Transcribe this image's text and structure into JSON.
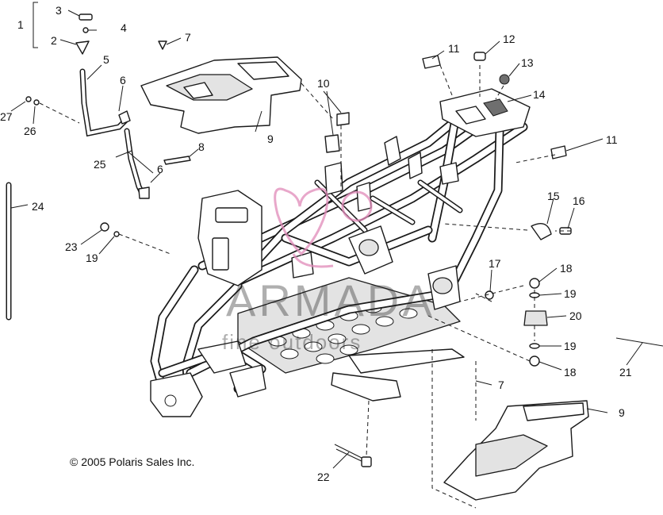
{
  "callouts": {
    "n1": "1",
    "n2": "2",
    "n3": "3",
    "n4": "4",
    "n5": "5",
    "n6a": "6",
    "n6b": "6",
    "n7a": "7",
    "n7b": "7",
    "n8": "8",
    "n9a": "9",
    "n9b": "9",
    "n10": "10",
    "n11a": "11",
    "n11b": "11",
    "n12": "12",
    "n13": "13",
    "n14": "14",
    "n15": "15",
    "n16": "16",
    "n17": "17",
    "n18a": "18",
    "n18b": "18",
    "n19a": "19",
    "n19b": "19",
    "n19c": "19",
    "n20": "20",
    "n21": "21",
    "n22": "22",
    "n23": "23",
    "n24": "24",
    "n25": "25",
    "n26": "26",
    "n27": "27"
  },
  "watermark": {
    "brand": "ARMADA",
    "tagline": "fine outdoors"
  },
  "copyright": "© 2005 Polaris Sales Inc.",
  "colors": {
    "line": "#1a1a1a",
    "watermark_pink": "#e08ab8",
    "background": "#ffffff"
  }
}
